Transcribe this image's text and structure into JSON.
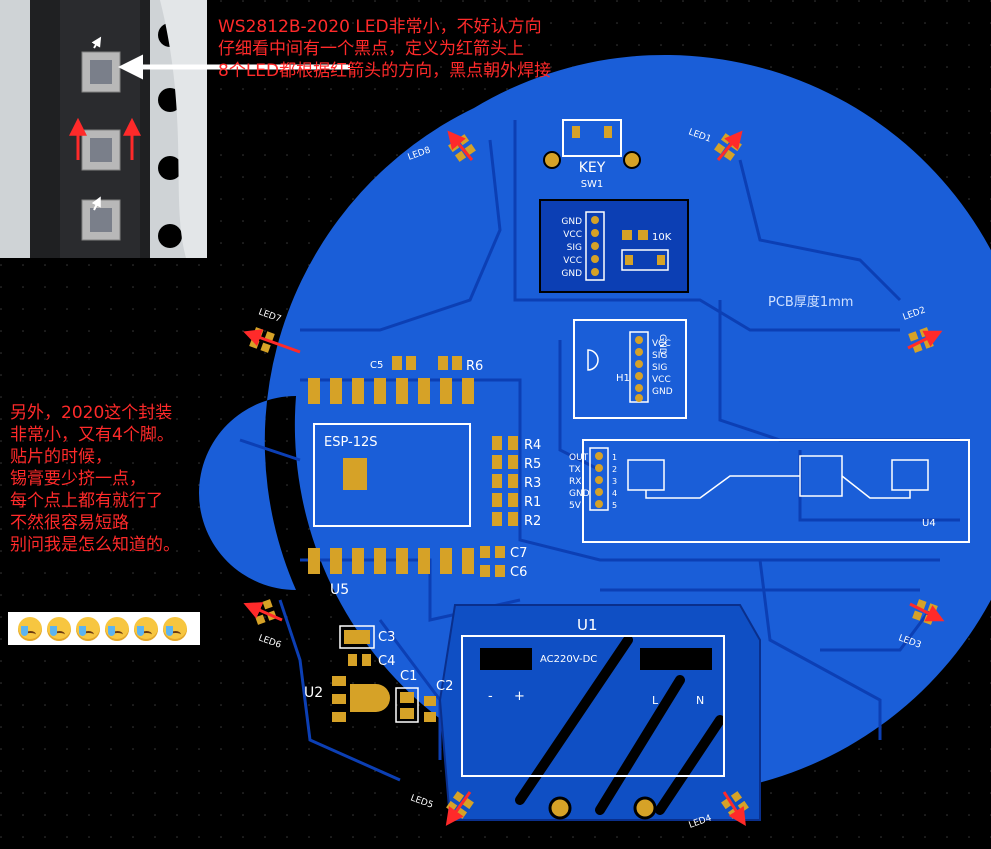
{
  "annotations": {
    "top_lines": [
      "WS2812B-2020 LED非常小，不好认方向",
      "仔细看中间有一个黑点，定义为红箭头上",
      "8个LED都根据红箭头的方向，黑点朝外焊接"
    ],
    "left_lines": [
      "另外，2020这个封装",
      "非常小，又有4个脚。",
      "贴片的时候，",
      "锡膏要少挤一点，",
      "每个点上都有就行了",
      "不然很容易短路",
      "别问我是怎么知道的。"
    ],
    "emoji_count": 6,
    "emoji_icon": "crying-face-icon"
  },
  "pcb": {
    "thickness_note": "PCB厚度1mm",
    "switch": {
      "text": "KEY",
      "ref": "SW1"
    },
    "module_top": {
      "pins": [
        "GND",
        "VCC",
        "SIG",
        "VCC",
        "GND"
      ],
      "resistor": "10K"
    },
    "h1": {
      "ref": "H1",
      "pins": [
        "GND",
        "VCC",
        "SIG",
        "SIG",
        "VCC",
        "GND"
      ]
    },
    "u4": {
      "ref": "U4",
      "pins": [
        "OUT",
        "TX",
        "RX",
        "GND",
        "5V"
      ],
      "pin_numbers": [
        "1",
        "2",
        "3",
        "4",
        "5"
      ]
    },
    "esp": {
      "label": "ESP-12S",
      "ref": "U5"
    },
    "resistors": [
      "R4",
      "R5",
      "R3",
      "R1",
      "R2"
    ],
    "r6": "R6",
    "c5": "C5",
    "c7": "C7",
    "c6": "C6",
    "c3": "C3",
    "c4": "C4",
    "c1": "C1",
    "c2": "C2",
    "u2": "U2",
    "u1": {
      "ref": "U1",
      "label": "AC220V-DC",
      "minus": "-",
      "plus": "+",
      "l": "L",
      "n": "N"
    },
    "leds": [
      "LED1",
      "LED2",
      "LED3",
      "LED4",
      "LED5",
      "LED6",
      "LED7",
      "LED8"
    ]
  },
  "colors": {
    "board": "#1a5ed8",
    "copper": "#0c3fb4",
    "silk": "#ffffff",
    "pad": "#d6a227",
    "arrow": "#ff2a2a",
    "background": "#000000"
  }
}
